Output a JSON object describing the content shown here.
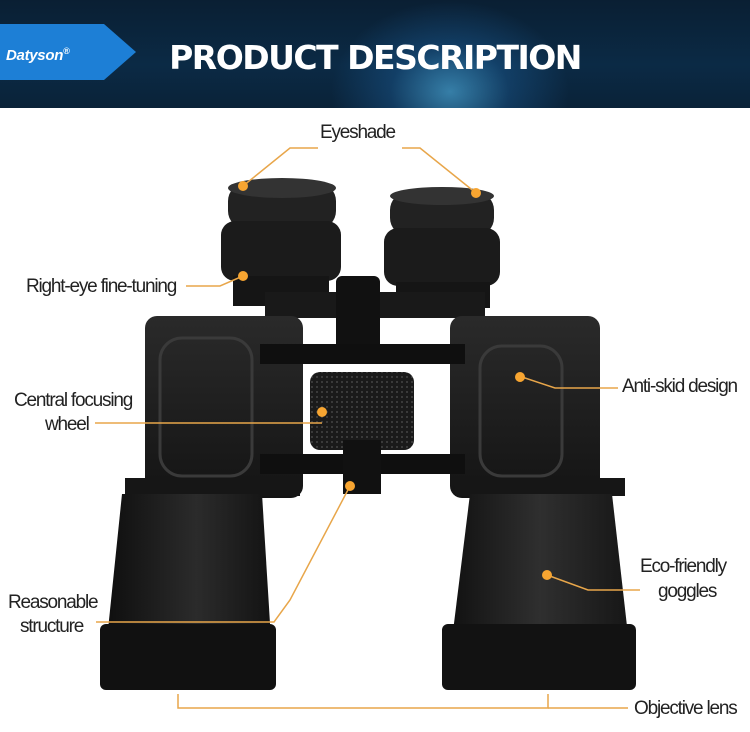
{
  "header": {
    "brand": "Datyson",
    "brand_mark": "®",
    "title": "PRODUCT DESCRIPTION"
  },
  "labels": {
    "eyeshade": "Eyeshade",
    "right_eye": "Right-eye fine-tuning",
    "central_focus_line1": "Central focusing",
    "central_focus_line2": "wheel",
    "anti_skid": "Anti-skid design",
    "eco_line1": "Eco-friendly",
    "eco_line2": "goggles",
    "reasonable_line1": "Reasonable",
    "reasonable_line2": "structure",
    "objective": "Objective lens"
  },
  "colors": {
    "header_bg": "#0b2a45",
    "brand_tag": "#1d7fd6",
    "marker_orange": "#f7a531",
    "leader_line": "#e8a64a",
    "product_body": "#1c1c1c"
  }
}
